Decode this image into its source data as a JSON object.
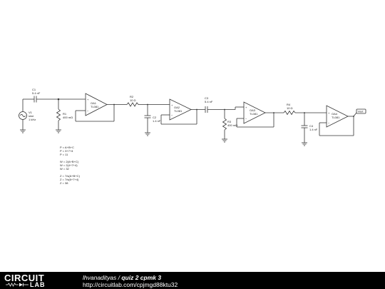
{
  "components": {
    "source": {
      "name": "V1",
      "amp": "sine",
      "freq": "1 kHz"
    },
    "c1": {
      "name": "C1",
      "value": "5.4 nF"
    },
    "r1": {
      "name": "R1",
      "value": "400 mΩ"
    },
    "oa1": {
      "name": "OA1",
      "model": "TL081"
    },
    "r2": {
      "name": "R2",
      "value": "10 Ω"
    },
    "c2": {
      "name": "C2",
      "value": "1.4 nF"
    },
    "oa2": {
      "name": "OA2",
      "model": "TL081"
    },
    "c3": {
      "name": "C3",
      "value": "5.4 nF"
    },
    "r3": {
      "name": "R3",
      "value": "400 mΩ"
    },
    "oa3": {
      "name": "OA3",
      "model": "TL081"
    },
    "r4": {
      "name": "R4",
      "value": "10 Ω"
    },
    "c4": {
      "name": "C4",
      "value": "1.4 nF"
    },
    "oa4": {
      "name": "OA4",
      "model": "TL081"
    },
    "vout": "Vout"
  },
  "notes": {
    "block1": [
      "P = A+B+C",
      "P = 3+7+4",
      "P = 11"
    ],
    "block2": [
      "W = 2(A+B+C)",
      "W = 2(4+7+4)",
      "W = 32"
    ],
    "block3": [
      "Z = 7/s(A+B+C)",
      "Z = 7/s(6+7+4)",
      "Z = 38"
    ]
  },
  "footer": {
    "logo_top": "CIRCUIT",
    "logo_bottom": "LAB",
    "author": "lhvanadityas",
    "separator": " / ",
    "project": "quiz 2 cpmk 3",
    "url": "http://circuitlab.com/cpjmgd88ktu32"
  },
  "colors": {
    "footer_bg": "#000000",
    "footer_text": "#ffffff",
    "wire": "#333333"
  }
}
